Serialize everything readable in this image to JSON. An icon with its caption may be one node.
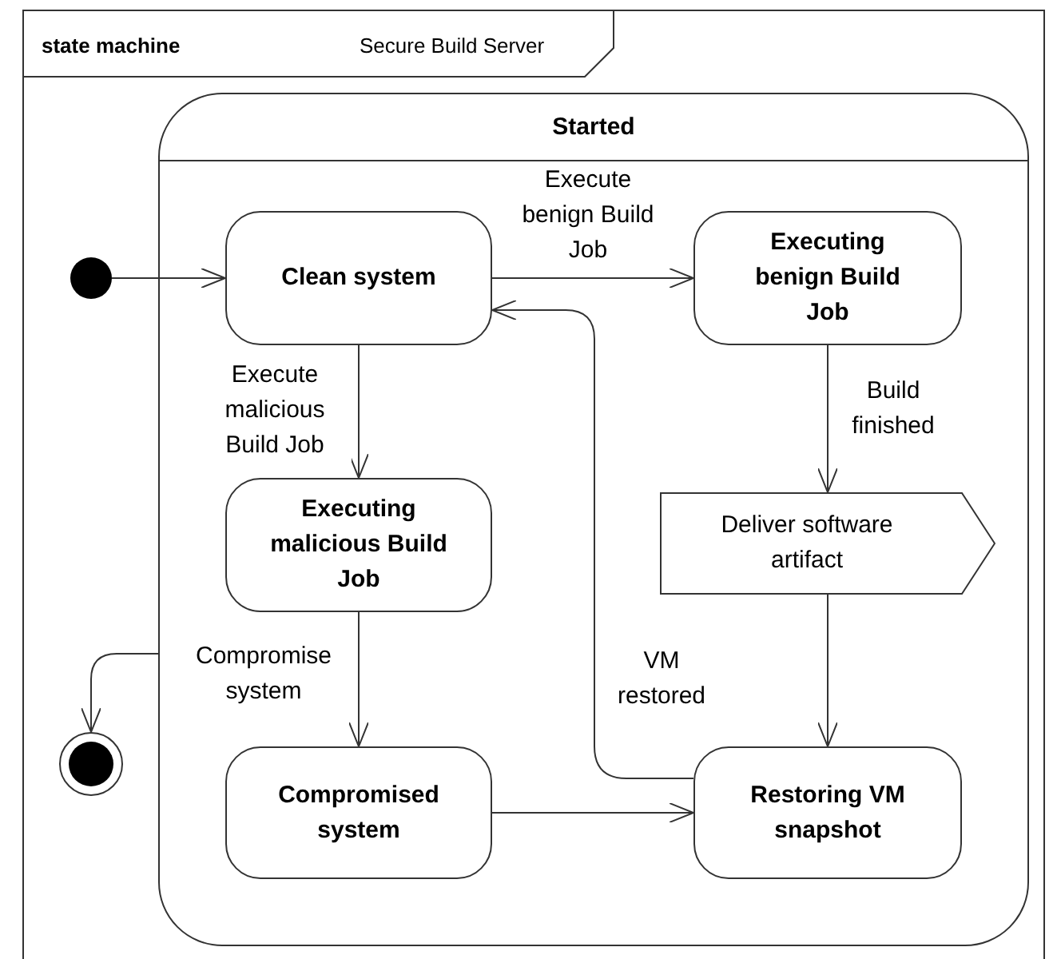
{
  "diagram": {
    "nodes": [
      {
        "text": [
          "state machine",
          "Secure Build Server"
        ]
      },
      {
        "text": [
          "Started"
        ],
        "in": 0
      },
      {
        "text": [],
        "shape": "circle",
        "in": 0
      },
      {
        "text": [
          "Clean system"
        ],
        "in": 1
      },
      {
        "text": [
          "Executing benign Build Job"
        ],
        "in": 1
      },
      {
        "text": [
          "Executing malicious Build Job"
        ],
        "in": 1
      },
      {
        "text": [
          "Deliver software artifact"
        ],
        "in": 1
      },
      {
        "text": [
          "Compromised system"
        ],
        "in": 1
      },
      {
        "text": [
          "Restoring VM snapshot"
        ],
        "in": 1
      },
      {
        "text": [],
        "shape": "circle",
        "in": 0
      }
    ],
    "edges": [
      {
        "from": 2,
        "to": 3,
        "arrow": "to"
      },
      {
        "from": 3,
        "to": 4,
        "arrow": "to",
        "label": "Execute benign Build Job"
      },
      {
        "from": 3,
        "to": 5,
        "arrow": "to",
        "label": "Execute malicious Build Job"
      },
      {
        "from": 4,
        "to": 6,
        "arrow": "to",
        "label": "Build finished"
      },
      {
        "from": 6,
        "to": 8,
        "arrow": "to"
      },
      {
        "from": 5,
        "to": 7,
        "arrow": "to",
        "label": "Compromise system"
      },
      {
        "from": 7,
        "to": 8,
        "arrow": "to"
      },
      {
        "from": 8,
        "to": 3,
        "arrow": "to",
        "label": "VM restored"
      },
      {
        "from": 1,
        "to": 9,
        "arrow": "to"
      }
    ]
  }
}
